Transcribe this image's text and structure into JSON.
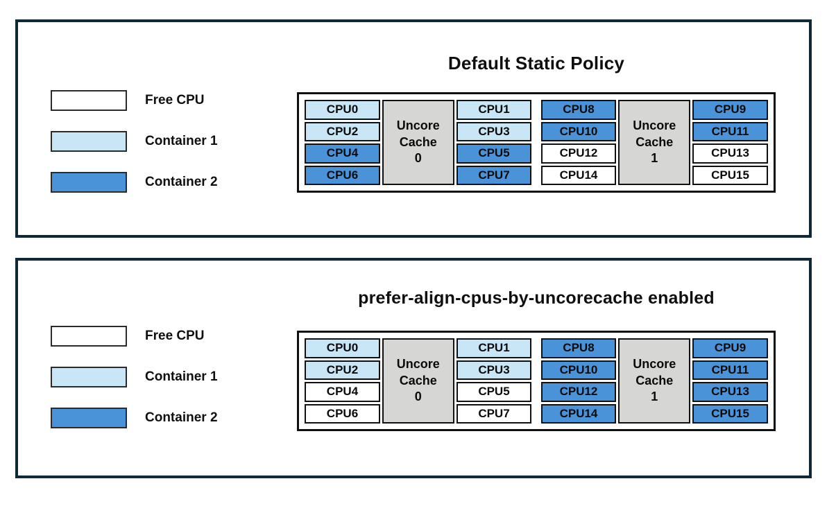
{
  "colors": {
    "free": "#ffffff",
    "container1": "#c9e6f7",
    "container2": "#4b93d8",
    "cache_bg": "#d6d6d4",
    "panel_border": "#0d2938",
    "cell_border": "#101010"
  },
  "legend": [
    {
      "label": "Free CPU",
      "state": "free"
    },
    {
      "label": "Container 1",
      "state": "container1"
    },
    {
      "label": "Container 2",
      "state": "container2"
    }
  ],
  "panels": [
    {
      "id": "default-static-policy",
      "title": "Default Static Policy",
      "groups": [
        {
          "cache_lines": [
            "Uncore",
            "Cache",
            "0"
          ],
          "left_cpus": [
            {
              "label": "CPU0",
              "state": "container1"
            },
            {
              "label": "CPU2",
              "state": "container1"
            },
            {
              "label": "CPU4",
              "state": "container2"
            },
            {
              "label": "CPU6",
              "state": "container2"
            }
          ],
          "right_cpus": [
            {
              "label": "CPU1",
              "state": "container1"
            },
            {
              "label": "CPU3",
              "state": "container1"
            },
            {
              "label": "CPU5",
              "state": "container2"
            },
            {
              "label": "CPU7",
              "state": "container2"
            }
          ]
        },
        {
          "cache_lines": [
            "Uncore",
            "Cache",
            "1"
          ],
          "left_cpus": [
            {
              "label": "CPU8",
              "state": "container2"
            },
            {
              "label": "CPU10",
              "state": "container2"
            },
            {
              "label": "CPU12",
              "state": "free"
            },
            {
              "label": "CPU14",
              "state": "free"
            }
          ],
          "right_cpus": [
            {
              "label": "CPU9",
              "state": "container2"
            },
            {
              "label": "CPU11",
              "state": "container2"
            },
            {
              "label": "CPU13",
              "state": "free"
            },
            {
              "label": "CPU15",
              "state": "free"
            }
          ]
        }
      ]
    },
    {
      "id": "prefer-align-cpus-by-uncorecache-enabled",
      "title": "prefer-align-cpus-by-uncorecache enabled",
      "groups": [
        {
          "cache_lines": [
            "Uncore",
            "Cache",
            "0"
          ],
          "left_cpus": [
            {
              "label": "CPU0",
              "state": "container1"
            },
            {
              "label": "CPU2",
              "state": "container1"
            },
            {
              "label": "CPU4",
              "state": "free"
            },
            {
              "label": "CPU6",
              "state": "free"
            }
          ],
          "right_cpus": [
            {
              "label": "CPU1",
              "state": "container1"
            },
            {
              "label": "CPU3",
              "state": "container1"
            },
            {
              "label": "CPU5",
              "state": "free"
            },
            {
              "label": "CPU7",
              "state": "free"
            }
          ]
        },
        {
          "cache_lines": [
            "Uncore",
            "Cache",
            "1"
          ],
          "left_cpus": [
            {
              "label": "CPU8",
              "state": "container2"
            },
            {
              "label": "CPU10",
              "state": "container2"
            },
            {
              "label": "CPU12",
              "state": "container2"
            },
            {
              "label": "CPU14",
              "state": "container2"
            }
          ],
          "right_cpus": [
            {
              "label": "CPU9",
              "state": "container2"
            },
            {
              "label": "CPU11",
              "state": "container2"
            },
            {
              "label": "CPU13",
              "state": "container2"
            },
            {
              "label": "CPU15",
              "state": "container2"
            }
          ]
        }
      ]
    }
  ]
}
